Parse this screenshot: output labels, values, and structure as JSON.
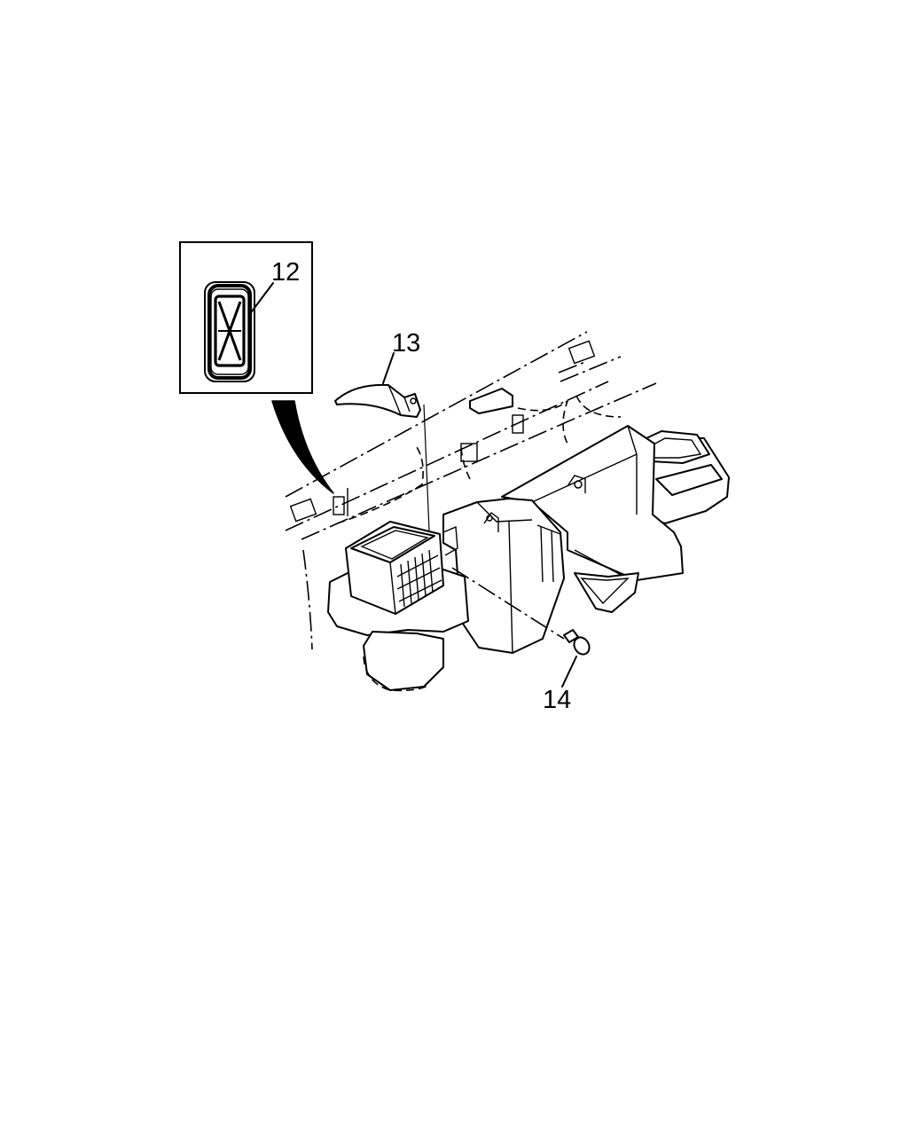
{
  "diagram": {
    "callouts": [
      {
        "id": "part-12",
        "label": "12"
      },
      {
        "id": "part-13",
        "label": "13"
      },
      {
        "id": "part-14",
        "label": "14"
      }
    ]
  }
}
